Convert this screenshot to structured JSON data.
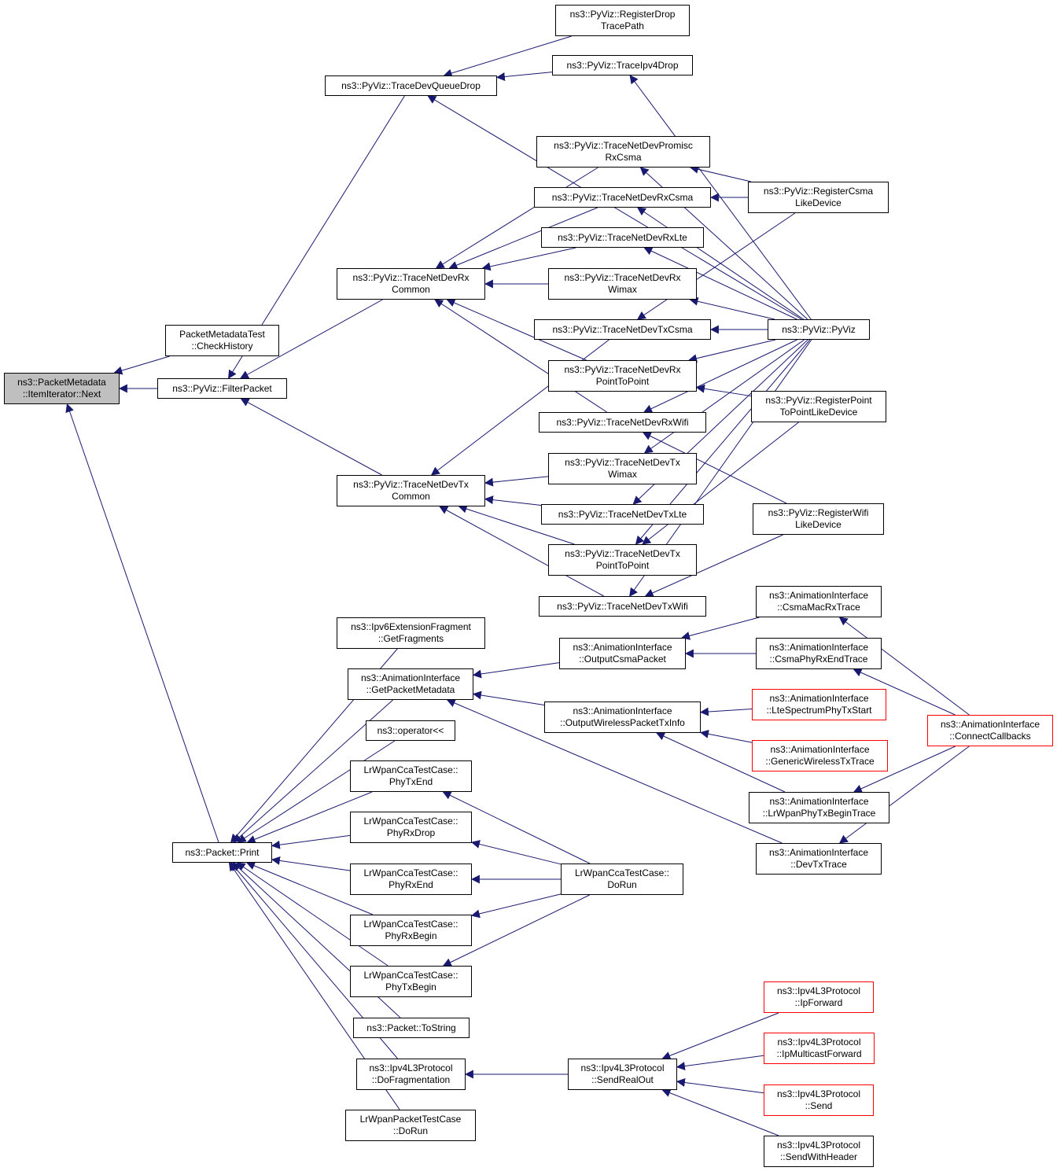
{
  "colors": {
    "edge": "#191970",
    "border": "#000000",
    "border_truncated": "#ff0000",
    "root_fill": "#bfbfbf"
  },
  "nodes": {
    "n_next": {
      "l1": "ns3::PacketMetadata",
      "l2": "::ItemIterator::Next"
    },
    "n_pmtest": {
      "l1": "PacketMetadataTest",
      "l2": "::CheckHistory"
    },
    "n_filter": {
      "l1": "ns3::PyViz::FilterPacket",
      "l2": ""
    },
    "n_print": {
      "l1": "ns3::Packet::Print",
      "l2": ""
    },
    "n_qdrop": {
      "l1": "ns3::PyViz::TraceDevQueueDrop",
      "l2": ""
    },
    "n_rxcommon": {
      "l1": "ns3::PyViz::TraceNetDevRx",
      "l2": "Common"
    },
    "n_txcommon": {
      "l1": "ns3::PyViz::TraceNetDevTx",
      "l2": "Common"
    },
    "n_regdrop": {
      "l1": "ns3::PyViz::RegisterDrop",
      "l2": "TracePath"
    },
    "n_ipv4drop": {
      "l1": "ns3::PyViz::TraceIpv4Drop",
      "l2": ""
    },
    "n_promisc": {
      "l1": "ns3::PyViz::TraceNetDevPromisc",
      "l2": "RxCsma"
    },
    "n_rxcsma": {
      "l1": "ns3::PyViz::TraceNetDevRxCsma",
      "l2": ""
    },
    "n_rxlte": {
      "l1": "ns3::PyViz::TraceNetDevRxLte",
      "l2": ""
    },
    "n_rxwimax": {
      "l1": "ns3::PyViz::TraceNetDevRx",
      "l2": "Wimax"
    },
    "n_txcsma": {
      "l1": "ns3::PyViz::TraceNetDevTxCsma",
      "l2": ""
    },
    "n_rxp2p": {
      "l1": "ns3::PyViz::TraceNetDevRx",
      "l2": "PointToPoint"
    },
    "n_rxwifi": {
      "l1": "ns3::PyViz::TraceNetDevRxWifi",
      "l2": ""
    },
    "n_txwimax": {
      "l1": "ns3::PyViz::TraceNetDevTx",
      "l2": "Wimax"
    },
    "n_txlte": {
      "l1": "ns3::PyViz::TraceNetDevTxLte",
      "l2": ""
    },
    "n_txp2p": {
      "l1": "ns3::PyViz::TraceNetDevTx",
      "l2": "PointToPoint"
    },
    "n_txwifi": {
      "l1": "ns3::PyViz::TraceNetDevTxWifi",
      "l2": ""
    },
    "n_regcsma": {
      "l1": "ns3::PyViz::RegisterCsma",
      "l2": "LikeDevice"
    },
    "n_pyviz": {
      "l1": "ns3::PyViz::PyViz",
      "l2": ""
    },
    "n_regp2p": {
      "l1": "ns3::PyViz::RegisterPoint",
      "l2": "ToPointLikeDevice"
    },
    "n_regwifi": {
      "l1": "ns3::PyViz::RegisterWifi",
      "l2": "LikeDevice"
    },
    "n_ipv6frag": {
      "l1": "ns3::Ipv6ExtensionFragment",
      "l2": "::GetFragments"
    },
    "n_getmeta": {
      "l1": "ns3::AnimationInterface",
      "l2": "::GetPacketMetadata"
    },
    "n_oplt": {
      "l1": "ns3::operator<<",
      "l2": ""
    },
    "n_phytxend": {
      "l1": "LrWpanCcaTestCase::",
      "l2": "PhyTxEnd"
    },
    "n_phyrxdrop": {
      "l1": "LrWpanCcaTestCase::",
      "l2": "PhyRxDrop"
    },
    "n_phyrxend": {
      "l1": "LrWpanCcaTestCase::",
      "l2": "PhyRxEnd"
    },
    "n_phyrxbegin": {
      "l1": "LrWpanCcaTestCase::",
      "l2": "PhyRxBegin"
    },
    "n_phytxbegin": {
      "l1": "LrWpanCcaTestCase::",
      "l2": "PhyTxBegin"
    },
    "n_tostring": {
      "l1": "ns3::Packet::ToString",
      "l2": ""
    },
    "n_dofrag": {
      "l1": "ns3::Ipv4L3Protocol",
      "l2": "::DoFragmentation"
    },
    "n_lrpkt": {
      "l1": "LrWpanPacketTestCase",
      "l2": "::DoRun"
    },
    "n_outcsma": {
      "l1": "ns3::AnimationInterface",
      "l2": "::OutputCsmaPacket"
    },
    "n_outwifi": {
      "l1": "ns3::AnimationInterface",
      "l2": "::OutputWirelessPacketTxInfo"
    },
    "n_ccadorun": {
      "l1": "LrWpanCcaTestCase::",
      "l2": "DoRun"
    },
    "n_sendreal": {
      "l1": "ns3::Ipv4L3Protocol",
      "l2": "::SendRealOut"
    },
    "n_csmamac": {
      "l1": "ns3::AnimationInterface",
      "l2": "::CsmaMacRxTrace"
    },
    "n_csmaphy": {
      "l1": "ns3::AnimationInterface",
      "l2": "::CsmaPhyRxEndTrace"
    },
    "n_ltespec": {
      "l1": "ns3::AnimationInterface",
      "l2": "::LteSpectrumPhyTxStart"
    },
    "n_genwless": {
      "l1": "ns3::AnimationInterface",
      "l2": "::GenericWirelessTxTrace"
    },
    "n_lrwpantx": {
      "l1": "ns3::AnimationInterface",
      "l2": "::LrWpanPhyTxBeginTrace"
    },
    "n_devtx": {
      "l1": "ns3::AnimationInterface",
      "l2": "::DevTxTrace"
    },
    "n_connect": {
      "l1": "ns3::AnimationInterface",
      "l2": "::ConnectCallbacks"
    },
    "n_ipfwd": {
      "l1": "ns3::Ipv4L3Protocol",
      "l2": "::IpForward"
    },
    "n_ipmcast": {
      "l1": "ns3::Ipv4L3Protocol",
      "l2": "::IpMulticastForward"
    },
    "n_send": {
      "l1": "ns3::Ipv4L3Protocol",
      "l2": "::Send"
    },
    "n_sendhdr": {
      "l1": "ns3::Ipv4L3Protocol",
      "l2": "::SendWithHeader"
    }
  },
  "edges": [
    [
      "n_pmtest",
      "n_next"
    ],
    [
      "n_filter",
      "n_next"
    ],
    [
      "n_print",
      "n_next"
    ],
    [
      "n_qdrop",
      "n_filter"
    ],
    [
      "n_rxcommon",
      "n_filter"
    ],
    [
      "n_txcommon",
      "n_filter"
    ],
    [
      "n_regdrop",
      "n_qdrop"
    ],
    [
      "n_ipv4drop",
      "n_qdrop"
    ],
    [
      "n_pyviz",
      "n_qdrop"
    ],
    [
      "n_pyviz",
      "n_ipv4drop"
    ],
    [
      "n_promisc",
      "n_rxcommon"
    ],
    [
      "n_rxcsma",
      "n_rxcommon"
    ],
    [
      "n_rxlte",
      "n_rxcommon"
    ],
    [
      "n_rxwimax",
      "n_rxcommon"
    ],
    [
      "n_rxp2p",
      "n_rxcommon"
    ],
    [
      "n_rxwifi",
      "n_rxcommon"
    ],
    [
      "n_txcsma",
      "n_txcommon"
    ],
    [
      "n_txwimax",
      "n_txcommon"
    ],
    [
      "n_txlte",
      "n_txcommon"
    ],
    [
      "n_txp2p",
      "n_txcommon"
    ],
    [
      "n_txwifi",
      "n_txcommon"
    ],
    [
      "n_regcsma",
      "n_promisc"
    ],
    [
      "n_regcsma",
      "n_rxcsma"
    ],
    [
      "n_regcsma",
      "n_txcsma"
    ],
    [
      "n_pyviz",
      "n_promisc"
    ],
    [
      "n_pyviz",
      "n_rxcsma"
    ],
    [
      "n_pyviz",
      "n_rxlte"
    ],
    [
      "n_pyviz",
      "n_rxwimax"
    ],
    [
      "n_pyviz",
      "n_txcsma"
    ],
    [
      "n_pyviz",
      "n_rxp2p"
    ],
    [
      "n_pyviz",
      "n_rxwifi"
    ],
    [
      "n_pyviz",
      "n_txwimax"
    ],
    [
      "n_pyviz",
      "n_txlte"
    ],
    [
      "n_pyviz",
      "n_txp2p"
    ],
    [
      "n_pyviz",
      "n_txwifi"
    ],
    [
      "n_regp2p",
      "n_rxp2p"
    ],
    [
      "n_regp2p",
      "n_txp2p"
    ],
    [
      "n_regwifi",
      "n_rxwifi"
    ],
    [
      "n_regwifi",
      "n_txwifi"
    ],
    [
      "n_ipv6frag",
      "n_print"
    ],
    [
      "n_getmeta",
      "n_print"
    ],
    [
      "n_oplt",
      "n_print"
    ],
    [
      "n_phytxend",
      "n_print"
    ],
    [
      "n_phyrxdrop",
      "n_print"
    ],
    [
      "n_phyrxend",
      "n_print"
    ],
    [
      "n_phyrxbegin",
      "n_print"
    ],
    [
      "n_phytxbegin",
      "n_print"
    ],
    [
      "n_tostring",
      "n_print"
    ],
    [
      "n_dofrag",
      "n_print"
    ],
    [
      "n_lrpkt",
      "n_print"
    ],
    [
      "n_outcsma",
      "n_getmeta"
    ],
    [
      "n_outwifi",
      "n_getmeta"
    ],
    [
      "n_devtx",
      "n_getmeta"
    ],
    [
      "n_csmamac",
      "n_outcsma"
    ],
    [
      "n_csmaphy",
      "n_outcsma"
    ],
    [
      "n_ltespec",
      "n_outwifi"
    ],
    [
      "n_genwless",
      "n_outwifi"
    ],
    [
      "n_lrwpantx",
      "n_outwifi"
    ],
    [
      "n_connect",
      "n_csmamac"
    ],
    [
      "n_connect",
      "n_csmaphy"
    ],
    [
      "n_connect",
      "n_lrwpantx"
    ],
    [
      "n_connect",
      "n_devtx"
    ],
    [
      "n_ccadorun",
      "n_phytxend"
    ],
    [
      "n_ccadorun",
      "n_phyrxdrop"
    ],
    [
      "n_ccadorun",
      "n_phyrxend"
    ],
    [
      "n_ccadorun",
      "n_phyrxbegin"
    ],
    [
      "n_ccadorun",
      "n_phytxbegin"
    ],
    [
      "n_sendreal",
      "n_dofrag"
    ],
    [
      "n_ipfwd",
      "n_sendreal"
    ],
    [
      "n_ipmcast",
      "n_sendreal"
    ],
    [
      "n_send",
      "n_sendreal"
    ],
    [
      "n_sendhdr",
      "n_sendreal"
    ]
  ]
}
